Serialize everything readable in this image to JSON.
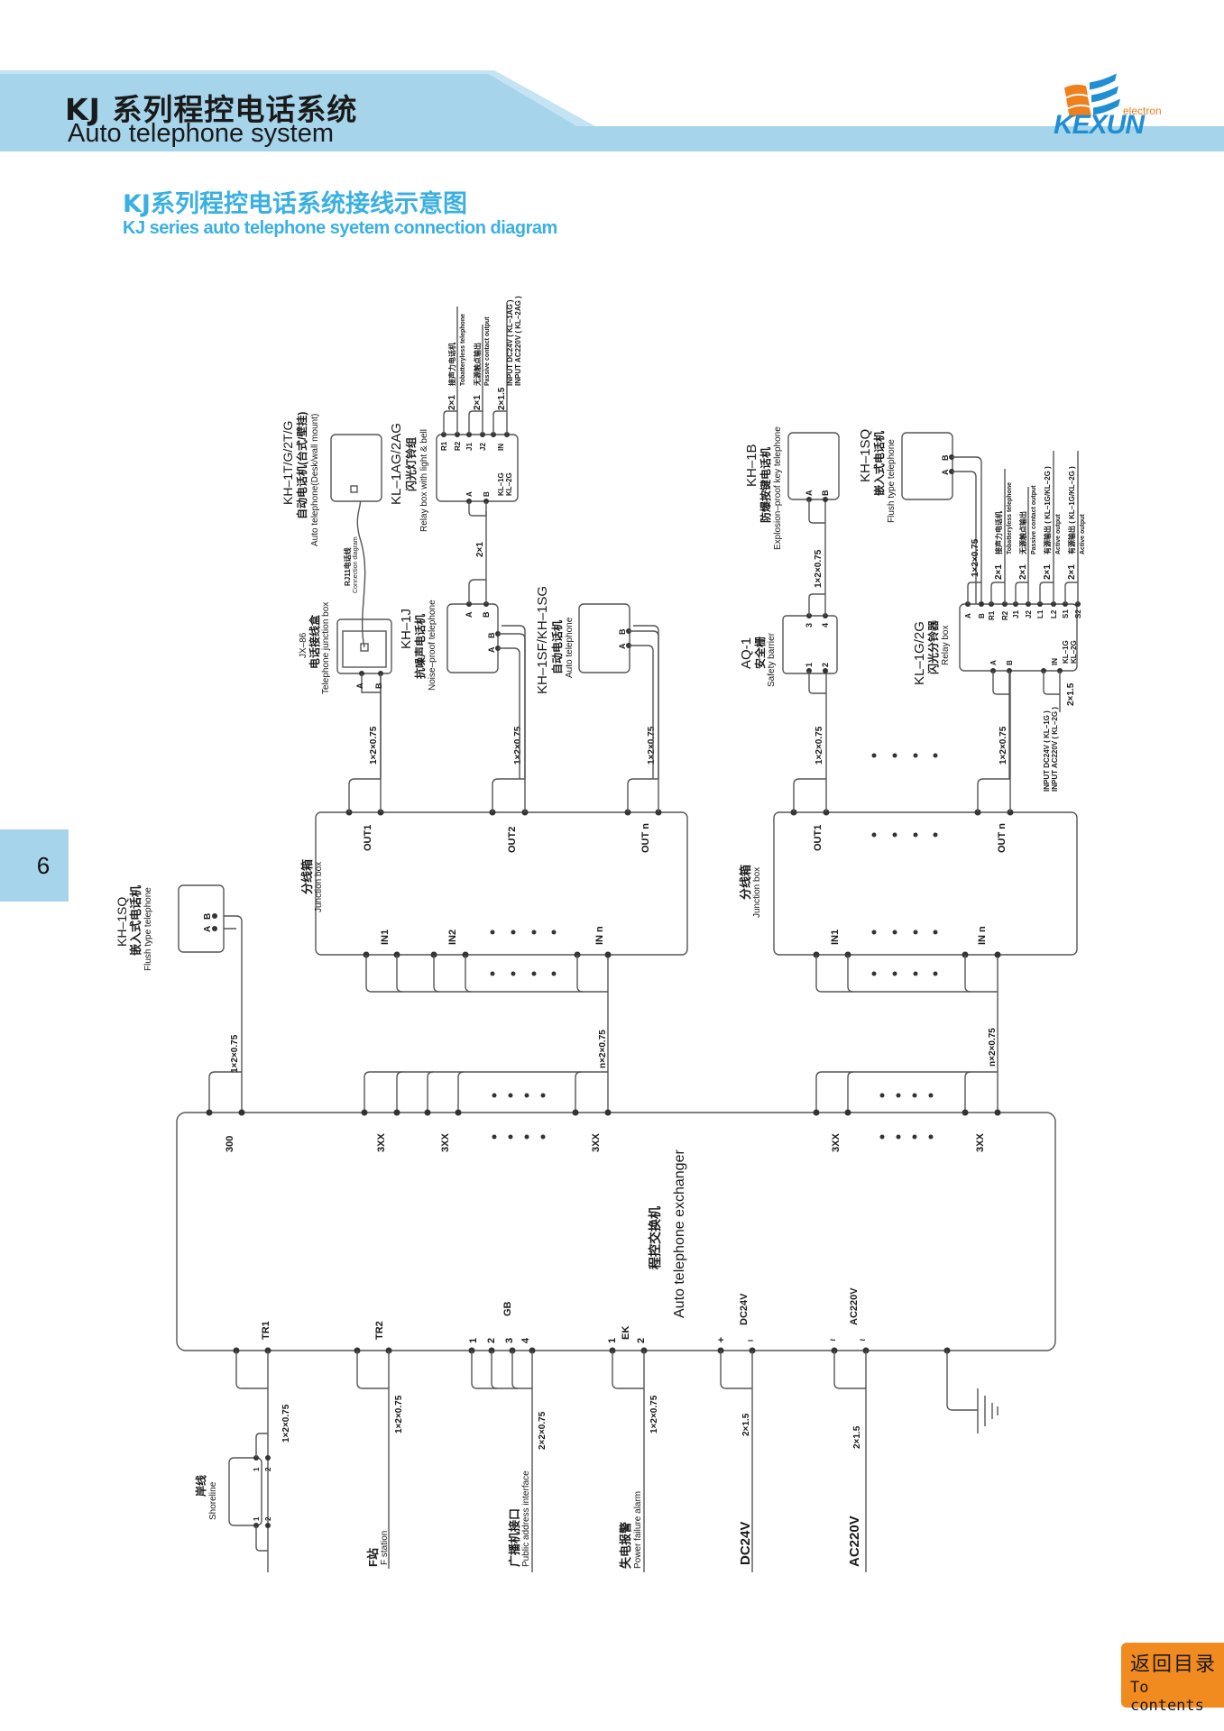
{
  "header": {
    "title_cn": "KJ 系列程控电话系统",
    "title_en": "Auto telephone system",
    "brand": "KEXUN",
    "brand_sub": "electron",
    "colors": {
      "band": "#a6d4ea",
      "band_light": "#c4e4f4",
      "accent": "#3ab0e2",
      "logo_orange": "#f07f1e",
      "logo_blue": "#1f8fd3"
    }
  },
  "page": {
    "subtitle_cn": "KJ系列程控电话系统接线示意图",
    "subtitle_en": "KJ series auto telephone syetem connection diagram",
    "page_number": "6",
    "contents_cn": "返回目录",
    "contents_en": "To contents",
    "contents_color": "#f18a1f"
  },
  "diagram": {
    "exchanger": {
      "name_cn": "程控交换机",
      "name_en": "Auto telephone exchanger",
      "top_ports": [
        "300",
        "3XX",
        "3XX",
        "3XX",
        "3XX",
        "3XX"
      ],
      "bottom_ports": {
        "tr1": "TR1",
        "tr2": "TR2",
        "gb": "GB",
        "gb_pins": [
          "1",
          "2",
          "3",
          "4"
        ],
        "ek": "EK",
        "ek_pins": [
          "1",
          "2"
        ],
        "dc": "DC24V",
        "dc_pins": [
          "+",
          "–"
        ],
        "ac": "AC220V",
        "ac_pins": [
          "~",
          "~"
        ]
      }
    },
    "junction_box_left": {
      "name_cn": "分线箱",
      "name_en": "Junction box",
      "outs": [
        "OUT1",
        "OUT2",
        "OUT n"
      ],
      "ins": [
        "IN1",
        "IN2",
        "IN n"
      ]
    },
    "junction_box_right": {
      "name_cn": "分线箱",
      "name_en": "Junction box",
      "outs": [
        "OUT1",
        "OUT n"
      ],
      "ins": [
        "IN1",
        "IN n"
      ]
    },
    "cables": {
      "c1x2x075": "1×2×0.75",
      "cnx2x075": "n×2×0.75",
      "c2x2x075": "2×2×0.75",
      "c2x1": "2×1",
      "c2x15": "2×1.5"
    },
    "devices": {
      "flush_left": {
        "model": "KH–1SQ",
        "name_cn": "嵌入式电话机",
        "name_en": "Flush type telephone",
        "pins": [
          "A",
          "B"
        ]
      },
      "jx86": {
        "model": "JX–86",
        "name_cn": "电话接线盒",
        "name_en": "Telephone junction box",
        "pins": [
          "A",
          "B"
        ]
      },
      "rj11": {
        "label_cn": "RJ11电话线",
        "label_en": "Connection diagram"
      },
      "kh1t": {
        "model": "KH–1T/G/2T/G",
        "name_cn": "自动电话机(台式/壁挂)",
        "name_en": "Auto telephone(Desk/wall mount)"
      },
      "kh1j": {
        "model": "KH–1J",
        "name_cn": "抗噪声电话机",
        "name_en": "Noise–proof telephone",
        "pins": [
          "A",
          "B"
        ],
        "pins_top": [
          "A",
          "B"
        ]
      },
      "kl1ag": {
        "model": "KL–1AG/2AG",
        "name_cn": "闪光灯铃组",
        "name_en": "Relay box with light & bell",
        "pins": [
          "R1",
          "R2",
          "J1",
          "J2",
          "IN"
        ],
        "bottom_pins": [
          "A",
          "B"
        ],
        "inner": [
          "KL–1G",
          "KL–2G"
        ]
      },
      "kl1ag_outputs": [
        {
          "cable": "2×1",
          "cn": "接声力电话机",
          "en": "Tobatteryless telephone"
        },
        {
          "cable": "2×1",
          "cn": "无源触点输出",
          "en": "Passive contact output"
        },
        {
          "cable": "2×1.5",
          "cn": "INPUT DC24V ( KL–1AG )",
          "en": "INPUT AC220V ( KL–2AG )"
        }
      ],
      "kh1sf": {
        "model": "KH–1SF/KH–1SG",
        "name_cn": "自动电话机",
        "name_en": "Auto telephone",
        "pins": [
          "A",
          "B"
        ]
      },
      "aq1": {
        "model": "AQ-1",
        "name_cn": "安全栅",
        "name_en": "Safety barrier",
        "pins_in": [
          "1",
          "2"
        ],
        "pins_out": [
          "3",
          "4"
        ]
      },
      "kh1b": {
        "model": "KH–1B",
        "name_cn": "防爆按键电话机",
        "name_en": "Explosion–proof key telephone",
        "pins": [
          "A",
          "B"
        ]
      },
      "flush_right": {
        "model": "KH–1SQ",
        "name_cn": "嵌入式电话机",
        "name_en": "Flush type telephone",
        "pins": [
          "A",
          "B"
        ]
      },
      "kl1g": {
        "model": "KL–1G/2G",
        "name_cn": "闪光分铃器",
        "name_en": "Relay box",
        "pins": [
          "A",
          "B",
          "R1",
          "R2",
          "J1",
          "J2",
          "L1",
          "L2",
          "S1",
          "S2"
        ],
        "bottom_pins": [
          "A",
          "B",
          "IN"
        ],
        "inner": [
          "KL–1G",
          "KL–2G"
        ],
        "input_1": "INPUT DC24V ( KL–1G )",
        "input_2": "INPUT AC220V ( KL–2G )"
      },
      "kl1g_outputs": [
        {
          "cable": "2×1",
          "cn": "接声力电话机",
          "en": "Tobatteryless telephone"
        },
        {
          "cable": "2×1",
          "cn": "无源触点输出",
          "en": "Passive contact output"
        },
        {
          "cable": "2×1",
          "cn": "有源输出 ( KL–1G/KL–2G )",
          "en": "Active output"
        },
        {
          "cable": "2×1",
          "cn": "有源输出 ( KL–1G/KL–2G )",
          "en": "Active output"
        }
      ],
      "shoreline": {
        "name_cn": "岸线",
        "name_en": "Shoreline",
        "pins": [
          "1",
          "2"
        ]
      },
      "f_station": {
        "name_cn": "F站",
        "name_en": "F station"
      },
      "pa": {
        "name_cn": "广播机接口",
        "name_en": "Public address interface"
      },
      "power_alarm": {
        "name_cn": "失电报警",
        "name_en": "Power failure alarm"
      },
      "dc24": {
        "label": "DC24V"
      },
      "ac220": {
        "label": "AC220V"
      }
    }
  }
}
